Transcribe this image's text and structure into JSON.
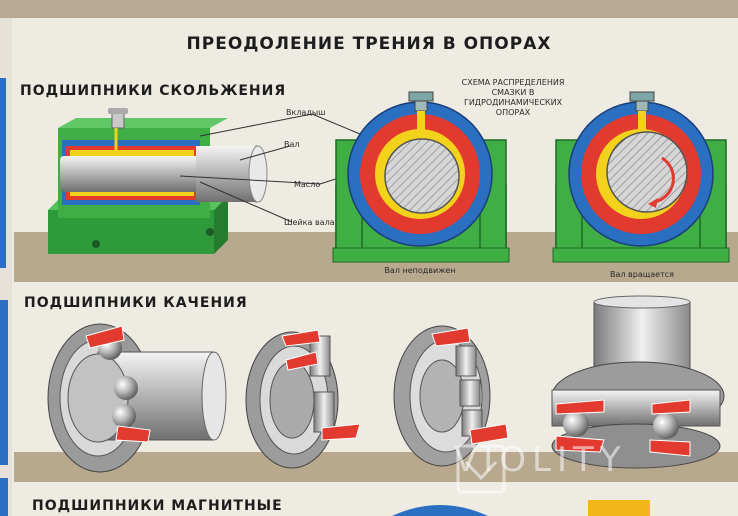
{
  "poster": {
    "title": "ПРЕОДОЛЕНИЕ ТРЕНИЯ В ОПОРАХ",
    "sections": {
      "sliding": "ПОДШИПНИКИ СКОЛЬЖЕНИЯ",
      "rolling": "ПОДШИПНИКИ КАЧЕНИЯ",
      "magnetic": "ПОДШИПНИКИ МАГНИТНЫЕ"
    },
    "sliding_labels": {
      "liner": "Вкладыш",
      "shaft": "Вал",
      "oil": "Масло",
      "journal": "Шейка вала"
    },
    "lubrication_scheme": {
      "title": "СХЕМА РАСПРЕДЕЛЕНИЯ СМАЗКИ В ГИДРОДИНАМИЧЕСКИХ ОПОРАХ",
      "static_caption": "Вал неподвижен",
      "rotating_caption": "Вал вращается"
    }
  },
  "watermark": {
    "text": "VIOLITY"
  },
  "colors": {
    "housing_green": "#3fae45",
    "housing_blue": "#2a6fc0",
    "oil_red": "#e23a2e",
    "oil_yellow": "#f3d21b",
    "ground": "#b7a88e"
  }
}
